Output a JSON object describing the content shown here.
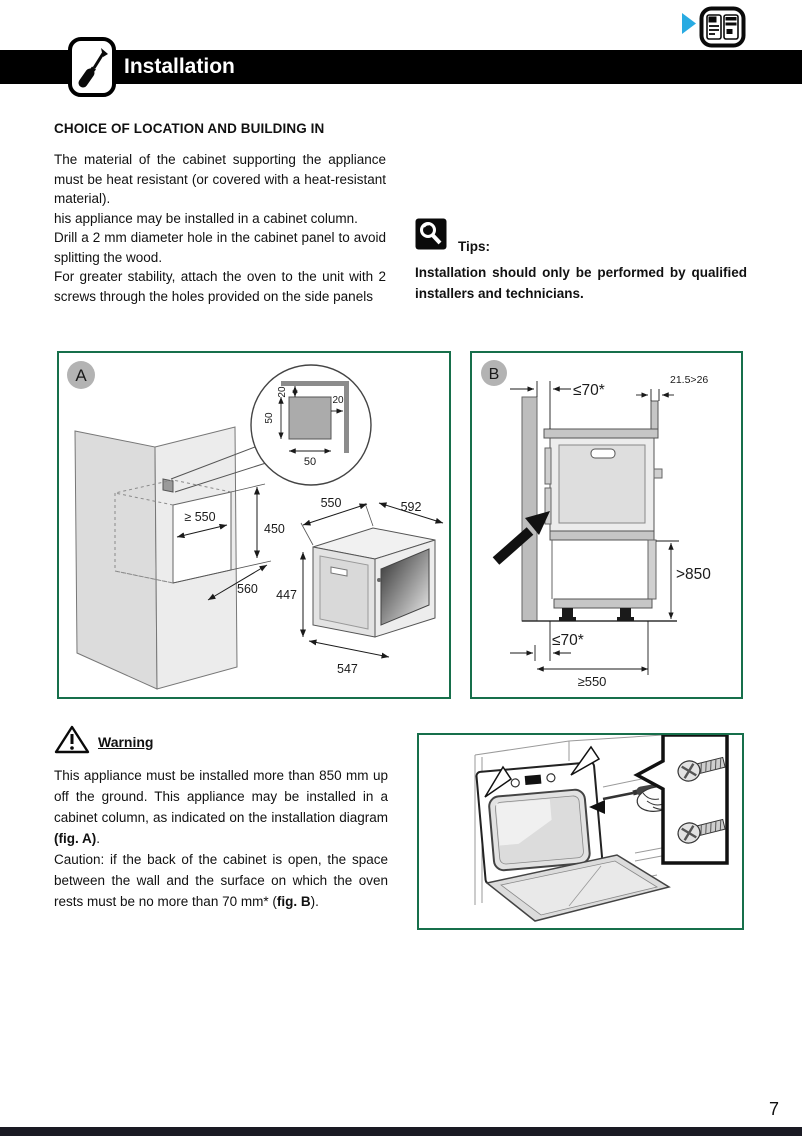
{
  "header": {
    "title": "Installation"
  },
  "content": {
    "heading": "CHOICE OF LOCATION AND BUILDING IN",
    "paragraphs": [
      "The material of the cabinet supporting the appliance must be heat resistant (or covered with a heat-resistant material).",
      "his appliance may be installed in a cabinet column.",
      "Drill a 2 mm diameter hole in the cabinet panel to avoid splitting the wood.",
      "For greater stability, attach the oven to the unit with 2 screws through the holes provided on the side panels"
    ]
  },
  "tips": {
    "label": "Tips:",
    "text": "Installation should only be performed by qualified installers and technicians."
  },
  "warning": {
    "label": "Warning",
    "p1_text": "This appliance must be installed more than 850 mm up off the ground. This appliance may be installed in a cabinet column, as indicated on the installation diagram ",
    "p1_bold": "(fig. A)",
    "p1_end": ".",
    "p2_text": "Caution: if the back of the cabinet is open, the space between the wall and the surface on which the oven rests must be no more than 70 mm* (",
    "p2_bold": "fig. B",
    "p2_end": ")."
  },
  "figure_a": {
    "label": "A",
    "detail": {
      "gap_top": "20",
      "gap_right": "20",
      "height": "50",
      "width": "50"
    },
    "niche": {
      "width": "≥ 550",
      "height": "450",
      "depth": "560"
    },
    "oven": {
      "depth": "550",
      "width_top": "592",
      "height": "447",
      "width_bottom": "547"
    }
  },
  "figure_b": {
    "label": "B",
    "wall_gap_top": "≤70*",
    "vent_gap": "21.5>26",
    "floor_height": ">850",
    "wall_gap_bottom": "≤70*",
    "cabinet_width": "≥550"
  },
  "footer": {
    "page_number": "7"
  },
  "colors": {
    "accent_green": "#176F4B",
    "accent_blue": "#29ABE2"
  }
}
